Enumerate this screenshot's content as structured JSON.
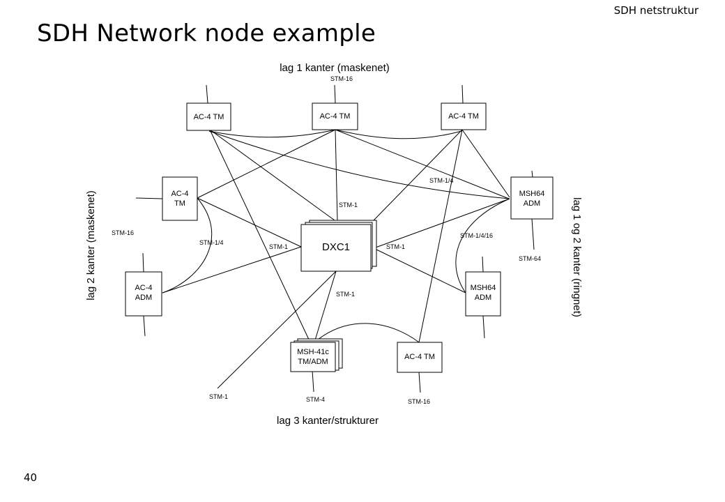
{
  "header": {
    "section": "SDH netstruktur"
  },
  "title": "SDH Network node example",
  "page_number": "40",
  "diagram": {
    "layer_labels": {
      "top": "lag 1 kanter (maskenet)",
      "left": "lag 2 kanter (maskenet)",
      "right": "lag 1 og 2 kanter (ringnet)",
      "bottom": "lag 3 kanter/strukturer"
    },
    "nodes": {
      "ac4_tm_left": {
        "line1": "AC-4 TM",
        "line2": ""
      },
      "ac4_tm_mid": {
        "line1": "AC-4 TM",
        "line2": ""
      },
      "ac4_tm_right": {
        "line1": "AC-4 TM",
        "line2": ""
      },
      "ac4_tm_side": {
        "line1": "AC-4",
        "line2": "TM"
      },
      "ac4_adm": {
        "line1": "AC-4",
        "line2": "ADM"
      },
      "msh64_adm_top": {
        "line1": "MSH64",
        "line2": "ADM"
      },
      "msh64_adm_bottom": {
        "line1": "MSH64",
        "line2": "ADM"
      },
      "dxc1": {
        "line1": "DXC1",
        "line2": ""
      },
      "msh41c": {
        "line1": "MSH-41c",
        "line2": "TM/ADM"
      },
      "ac4_tm_bottom": {
        "line1": "AC-4 TM",
        "line2": ""
      }
    },
    "link_labels": {
      "stm16_top": "STM-16",
      "stm1_4_upper": "STM-1/4",
      "stm1_center": "STM-1",
      "stm16_left": "STM-16",
      "stm1_4_left": "STM-1/4",
      "stm1_left": "STM-1",
      "stm1_right": "STM-1",
      "stm1_4_16": "STM-1/4/16",
      "stm64": "STM-64",
      "stm1_lower": "STM-1",
      "stm1_bottom": "STM-1",
      "stm4_bottom": "STM-4",
      "stm16_bottom": "STM-16"
    }
  }
}
